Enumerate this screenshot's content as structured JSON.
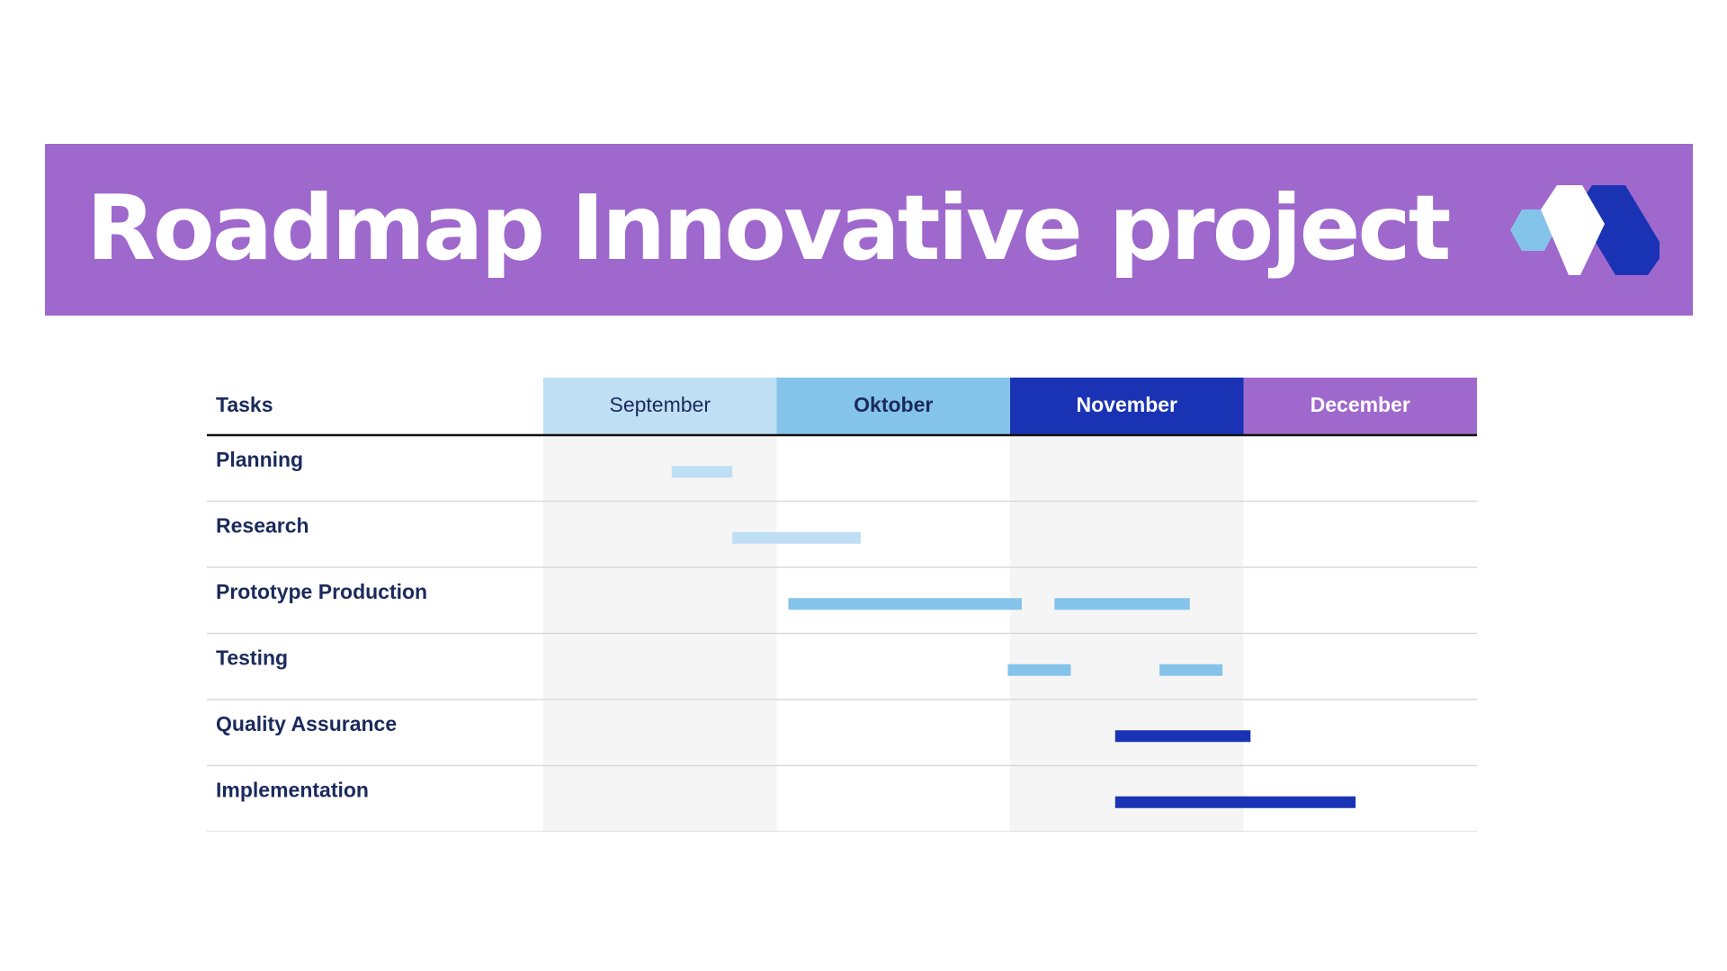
{
  "title": "Roadmap Innovative project",
  "logo": "brand-logo",
  "colors": {
    "banner": "#9f68cc",
    "light_blue": "#bedff4",
    "mid_blue": "#85c4ea",
    "dark_blue": "#1a33b4",
    "purple": "#9f68cc",
    "navy_text": "#1b2a5c",
    "column_shade": "#f5f5f5"
  },
  "chart_data": {
    "type": "gantt",
    "header_label": "Tasks",
    "months": [
      {
        "label": "September",
        "bg": "#bedff4",
        "text": "#1b2a5c",
        "weight": "normal"
      },
      {
        "label": "Oktober",
        "bg": "#85c4ea",
        "text": "#1b2a5c",
        "weight": "bold"
      },
      {
        "label": "November",
        "bg": "#1a33b4",
        "text": "#ffffff",
        "weight": "bold"
      },
      {
        "label": "December",
        "bg": "#9f68cc",
        "text": "#ffffff",
        "weight": "bold"
      }
    ],
    "tasks": [
      {
        "name": "Planning",
        "bars": [
          {
            "start": 0.55,
            "end": 0.81,
            "color": "#bedff4"
          }
        ]
      },
      {
        "name": "Research",
        "bars": [
          {
            "start": 0.81,
            "end": 1.36,
            "color": "#bedff4"
          }
        ]
      },
      {
        "name": "Prototype Production",
        "bars": [
          {
            "start": 1.05,
            "end": 2.05,
            "color": "#85c4ea"
          },
          {
            "start": 2.19,
            "end": 2.77,
            "color": "#85c4ea"
          }
        ]
      },
      {
        "name": "Testing",
        "bars": [
          {
            "start": 1.99,
            "end": 2.26,
            "color": "#85c4ea"
          },
          {
            "start": 2.64,
            "end": 2.91,
            "color": "#85c4ea"
          }
        ]
      },
      {
        "name": "Quality Assurance",
        "bars": [
          {
            "start": 2.45,
            "end": 3.03,
            "color": "#1a33b4"
          }
        ]
      },
      {
        "name": "Implementation",
        "bars": [
          {
            "start": 2.45,
            "end": 3.48,
            "color": "#1a33b4"
          }
        ]
      }
    ]
  }
}
